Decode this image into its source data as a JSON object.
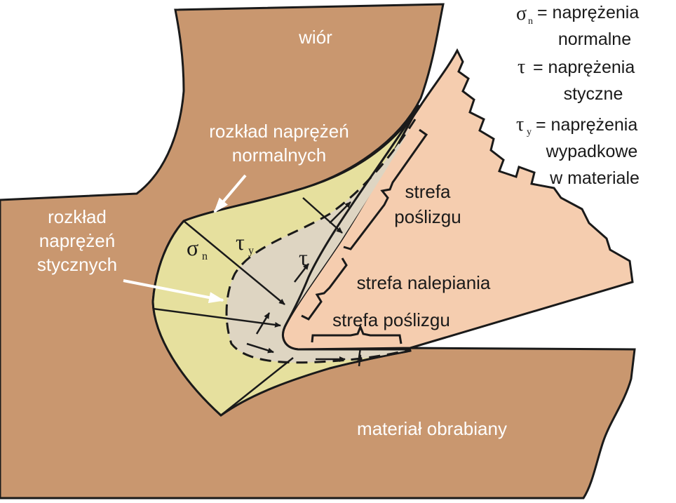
{
  "labels": {
    "chip": "wiór",
    "workpiece": "materiał obrabiany",
    "normal_dist": [
      "rozkład naprężeń",
      "normalnych"
    ],
    "shear_dist": [
      "rozkład",
      "naprężeń",
      "stycznych"
    ],
    "slip_zone_rake": [
      "strefa",
      "poślizgu"
    ],
    "stick_zone": "strefa nalepiania",
    "slip_zone_flank": "strefa poślizgu"
  },
  "symbols": {
    "sigma": "σ",
    "sigma_sub": "n",
    "tau": "τ",
    "tau_sub": "y"
  },
  "legend": {
    "line1_sym": "σ",
    "line1_sub": "n",
    "line1_text": "= naprężenia",
    "line2_text": "normalne",
    "line3_sym": "τ",
    "line3_text": "= naprężenia",
    "line4_text": "styczne",
    "line5_sym": "τ",
    "line5_sub": "y",
    "line5_text": "= naprężenia",
    "line6_text": "wypadkowe",
    "line7_text": "w materiale"
  },
  "colors": {
    "workpiece_fill": "#c9976f",
    "tool_fill": "#f5cdaf",
    "normal_stress_fill": "#e6e09e",
    "shear_stress_fill": "#ded5c2",
    "outline": "#1a1a1a"
  }
}
